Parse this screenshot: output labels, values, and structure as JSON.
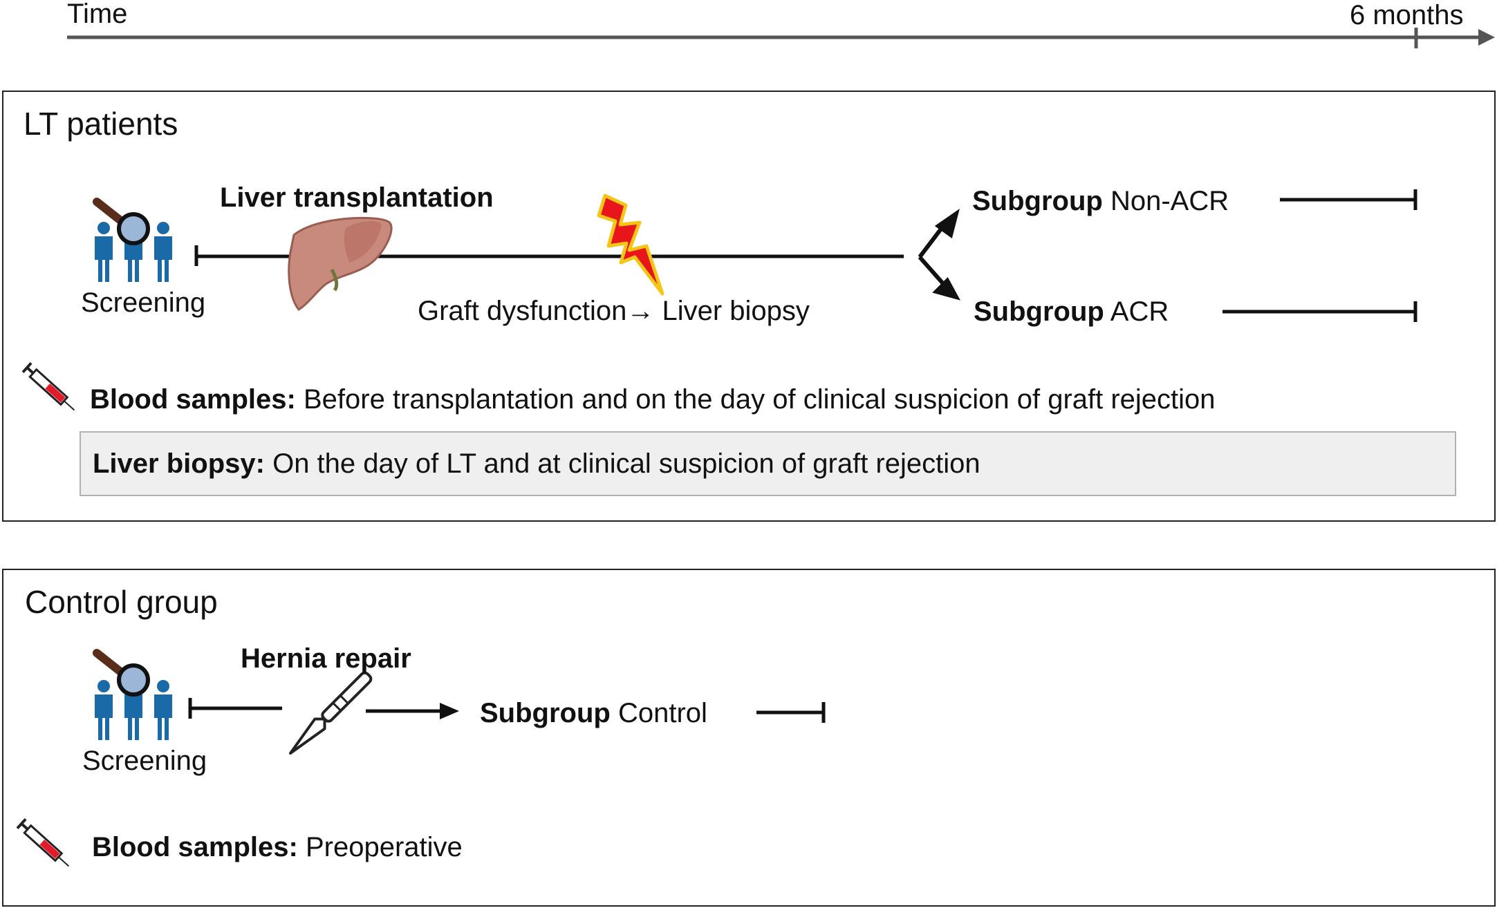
{
  "timeline": {
    "label": "Time",
    "end_label": "6 months"
  },
  "lt_panel": {
    "title": "LT patients",
    "screening_label": "Screening",
    "procedure_label": "Liver transplantation",
    "event_label": "Graft dysfunction→ Liver biopsy",
    "subgroup_word": "Subgroup",
    "subgroup_non_acr": "Non-ACR",
    "subgroup_acr": "ACR",
    "blood_samples_label": "Blood samples:",
    "blood_samples_text": "Before transplantation and on the day of clinical suspicion of graft rejection",
    "biopsy_label": "Liver biopsy:",
    "biopsy_text": "On the day of LT and at clinical suspicion of graft rejection"
  },
  "control_panel": {
    "title": "Control group",
    "screening_label": "Screening",
    "procedure_label": "Hernia repair",
    "subgroup_word": "Subgroup",
    "subgroup_control": "Control",
    "blood_samples_label": "Blood samples:",
    "blood_samples_text": "Preoperative"
  },
  "colors": {
    "person_blue": "#1b6aa8",
    "liver": "#c98a7e",
    "lightning_red": "#e8151b",
    "lightning_outline": "#f5c518",
    "timeline_gray": "#555555",
    "biopsy_box_fill": "#efefef"
  },
  "icons": [
    "magnifier-icon",
    "people-icon",
    "liver-icon",
    "lightning-icon",
    "syringe-icon",
    "scalpel-icon"
  ]
}
